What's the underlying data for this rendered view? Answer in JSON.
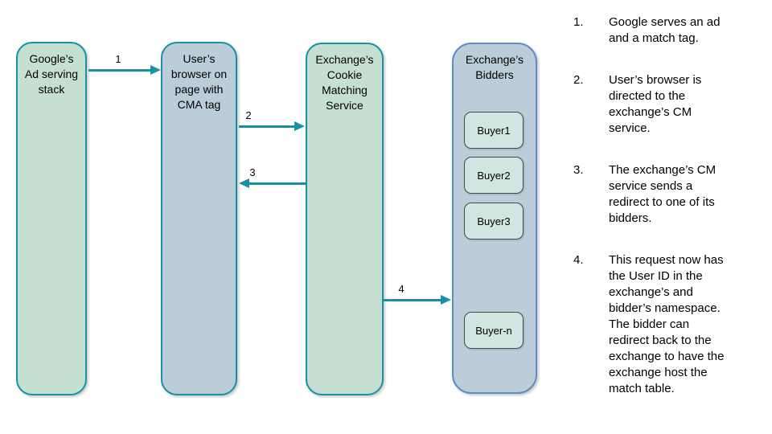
{
  "diagram": {
    "nodes": [
      {
        "id": "google-ad-stack",
        "label": "Google’s\nAd serving\nstack"
      },
      {
        "id": "user-browser",
        "label": "User’s\nbrowser on\npage with\nCMA tag"
      },
      {
        "id": "cookie-matching",
        "label": "Exchange’s\nCookie\nMatching\nService"
      },
      {
        "id": "exchange-bidders",
        "label": "Exchange’s\nBidders",
        "children": [
          "Buyer1",
          "Buyer2",
          "Buyer3",
          "Buyer-n"
        ]
      }
    ],
    "arrows": [
      {
        "label": "1",
        "from": "google-ad-stack",
        "to": "user-browser"
      },
      {
        "label": "2",
        "from": "user-browser",
        "to": "cookie-matching"
      },
      {
        "label": "3",
        "from": "cookie-matching",
        "to": "user-browser"
      },
      {
        "label": "4",
        "from": "cookie-matching",
        "to": "exchange-bidders"
      }
    ]
  },
  "steps": {
    "items": [
      {
        "num": "1.",
        "text": "Google serves an ad\nand a match tag."
      },
      {
        "num": "2.",
        "text": "User’s browser is\ndirected to the\nexchange’s CM\nservice."
      },
      {
        "num": "3.",
        "text": "The exchange’s CM\nservice sends a\nredirect to one of its\nbidders."
      },
      {
        "num": "4.",
        "text": "This request now has\nthe User ID in the\nexchange’s and\nbidder’s namespace.\nThe bidder can\nredirect back to the\nexchange to have the\nexchange host the\nmatch table."
      }
    ]
  },
  "colors": {
    "teal_border_arrow": "#1791a6",
    "green_node_fill": "#c6dfd3",
    "blue_node_fill": "#bccdda",
    "bidders_border": "#5b8dc8",
    "buyer_fill": "#cfe6e1",
    "buyer_border": "#4a4a4a",
    "text": "#000000",
    "background": "#ffffff"
  }
}
